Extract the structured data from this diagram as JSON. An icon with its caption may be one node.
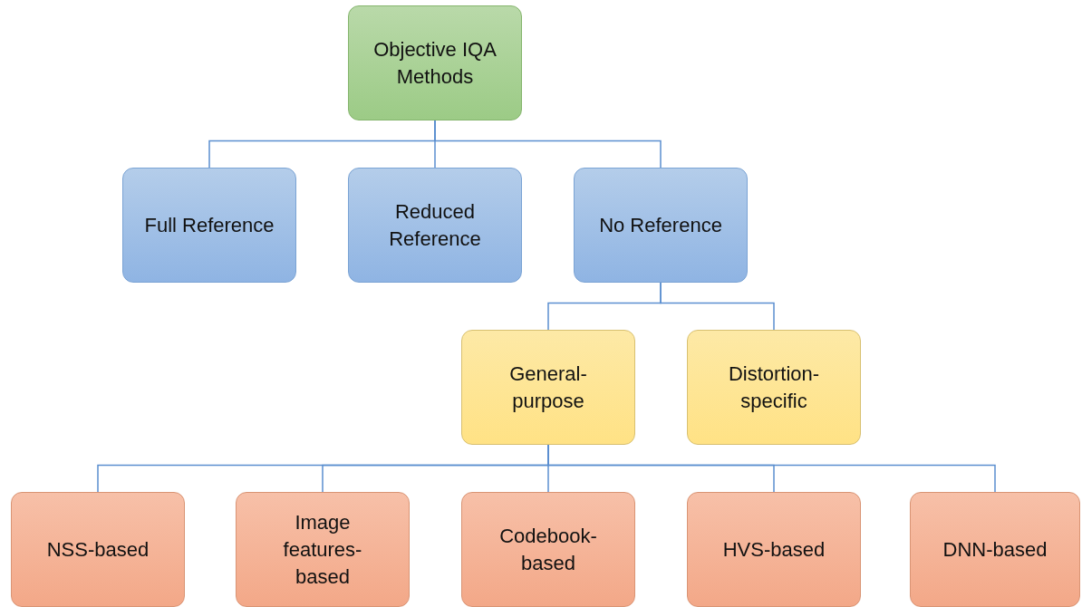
{
  "diagram": {
    "nodes": [
      {
        "text": [
          "Objective IQA Methods"
        ]
      },
      {
        "text": [
          "Full Reference"
        ]
      },
      {
        "text": [
          "Reduced Reference"
        ]
      },
      {
        "text": [
          "No Reference"
        ]
      },
      {
        "text": [
          "General- purpose"
        ]
      },
      {
        "text": [
          "Distortion- specific"
        ]
      },
      {
        "text": [
          "NSS-based"
        ]
      },
      {
        "text": [
          "Image features- based"
        ]
      },
      {
        "text": [
          "Codebook- based"
        ]
      },
      {
        "text": [
          "HVS-based"
        ]
      },
      {
        "text": [
          "DNN-based"
        ]
      }
    ],
    "edges": [
      {
        "from": 0,
        "to": 1,
        "arrow": "none"
      },
      {
        "from": 0,
        "to": 2,
        "arrow": "none"
      },
      {
        "from": 0,
        "to": 3,
        "arrow": "none"
      },
      {
        "from": 3,
        "to": 4,
        "arrow": "none"
      },
      {
        "from": 3,
        "to": 5,
        "arrow": "none"
      },
      {
        "from": 4,
        "to": 6,
        "arrow": "none"
      },
      {
        "from": 4,
        "to": 7,
        "arrow": "none"
      },
      {
        "from": 4,
        "to": 8,
        "arrow": "none"
      },
      {
        "from": 4,
        "to": 9,
        "arrow": "none"
      },
      {
        "from": 4,
        "to": 10,
        "arrow": "none"
      }
    ]
  }
}
